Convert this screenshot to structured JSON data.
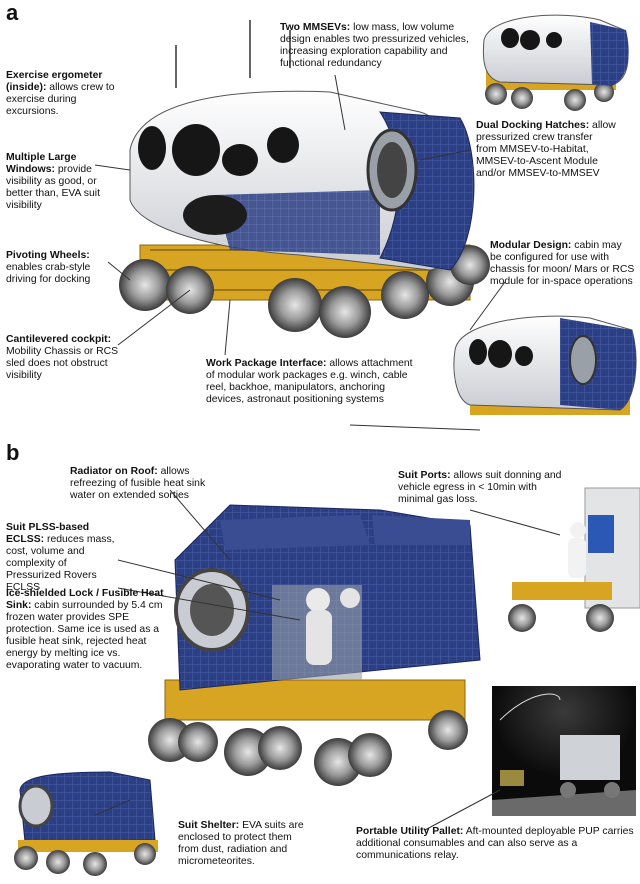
{
  "panels": {
    "a": "a",
    "b": "b"
  },
  "captions": {
    "mmsev": {
      "title": "Two MMSEVs:",
      "text": " low mass, low volume design enables two pressurized vehicles, increasing exploration capability and functional redundancy"
    },
    "ergo": {
      "title": "Exercise ergometer (inside):",
      "text": " allows crew to exercise during excursions."
    },
    "windows": {
      "title": "Multiple Large Windows:",
      "text": " provide visibility as good, or better than, EVA suit visibility"
    },
    "hatches": {
      "title": "Dual Docking Hatches:",
      "text": " allow pressurized crew transfer from MMSEV-to-Habitat, MMSEV-to-Ascent Module and/or MMSEV-to-MMSEV"
    },
    "modular": {
      "title": "Modular Design:",
      "text": " cabin may be configured for use with chassis for moon/ Mars or RCS module for in-space operations"
    },
    "wheels": {
      "title": "Pivoting Wheels:",
      "text": " enables crab-style driving for docking"
    },
    "cockpit": {
      "title": "Cantilevered cockpit:",
      "text": " Mobility Chassis or RCS sled does not obstruct visibility"
    },
    "workpkg": {
      "title": "Work Package Interface:",
      "text": " allows attachment of modular work packages e.g. winch, cable reel, backhoe, manipulators, anchoring devices, astronaut positioning systems"
    },
    "radiator": {
      "title": "Radiator on Roof:",
      "text": " allows refreezing of fusible heat sink water on extended sorties"
    },
    "ports": {
      "title": "Suit Ports:",
      "text": " allows suit donning and vehicle egress in < 10min with minimal gas loss."
    },
    "plss": {
      "title": "Suit PLSS-based ECLSS:",
      "text": " reduces mass, cost, volume and complexity of Pressurized Rovers ECLSS"
    },
    "ice": {
      "title": "Ice-shielded Lock / Fusible Heat Sink:",
      "text": " cabin surrounded by 5.4 cm frozen water provides SPE protection. Same ice is used as a fusible heat sink, rejected heat energy by melting ice vs. evaporating water to vacuum."
    },
    "shelter": {
      "title": "Suit Shelter:",
      "text": " EVA suits are enclosed to protect them from dust, radiation and micrometeorites."
    },
    "pup": {
      "title": "Portable Utility Pallet:",
      "text": " Aft-mounted deployable PUP carries additional consumables and can also serve as a communications relay."
    }
  },
  "colors": {
    "body_white": "#eef0f2",
    "solar_blue": "#2c3f84",
    "chassis_gold": "#d8a523",
    "tire_gray": "#8c8c8c",
    "leader": "#333333"
  }
}
